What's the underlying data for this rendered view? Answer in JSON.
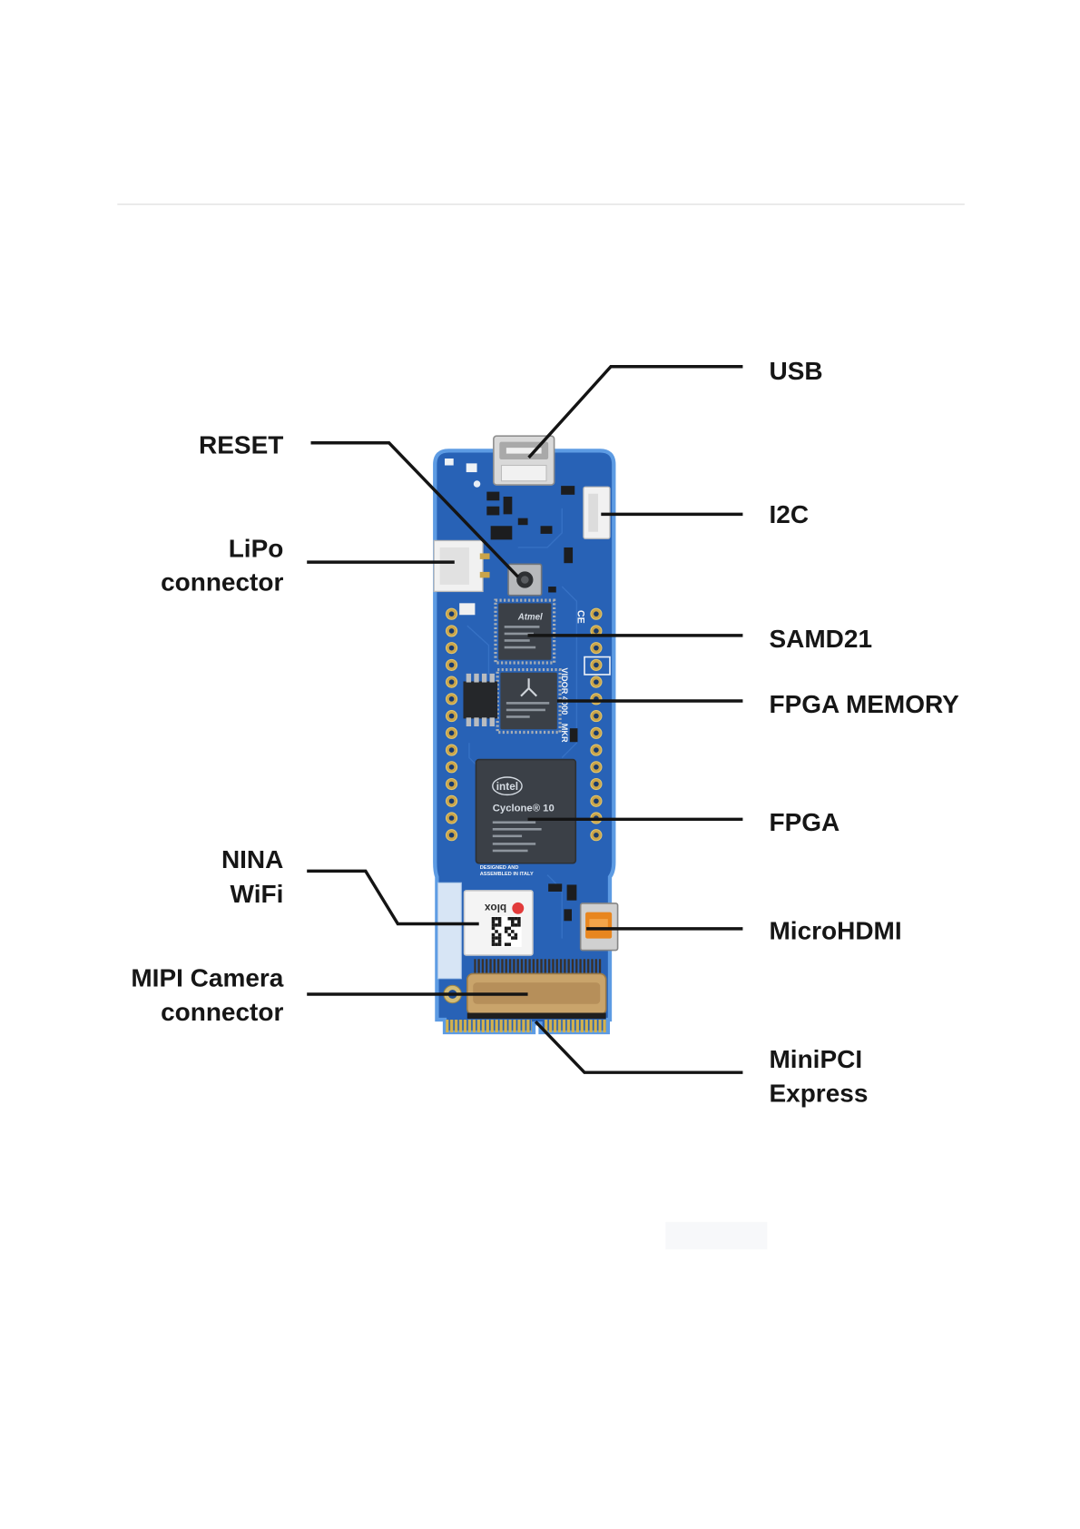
{
  "labels": {
    "usb": "USB",
    "reset": "RESET",
    "i2c": "I2C",
    "lipo": [
      "LiPo",
      "connector"
    ],
    "samd21": "SAMD21",
    "fpga_memory": "FPGA MEMORY",
    "fpga": "FPGA",
    "nina_wifi": [
      "NINA",
      "WiFi"
    ],
    "micro_hdmi": "MicroHDMI",
    "mipi_camera": [
      "MIPI Camera",
      "connector"
    ],
    "mini_pci_express": [
      "MiniPCI",
      "Express"
    ]
  },
  "board_markings": {
    "atmel_logo": "Atmel",
    "intel_logo": "intel",
    "fpga_family": "Cyclone® 10",
    "ublox_logo": "blox",
    "board_name": "VIDOR 4000",
    "board_family": "MKR",
    "ce_mark": "CE",
    "origin_line1": "DESIGNED AND",
    "origin_line2": "ASSEMBLED IN ITALY"
  },
  "colors": {
    "background": "#ffffff",
    "separator": "#e6e6e6",
    "leader_line": "#141414",
    "label_text": "#161616",
    "pcb_blue": "#2862b6",
    "pcb_edge": "#5d9be3",
    "gold_pads": "#c9a44a",
    "chip_body": "#3b4047",
    "hdmi_orange": "#e8861f",
    "camera_connector": "#c9a46b",
    "ublox_red": "#e23b3b"
  }
}
